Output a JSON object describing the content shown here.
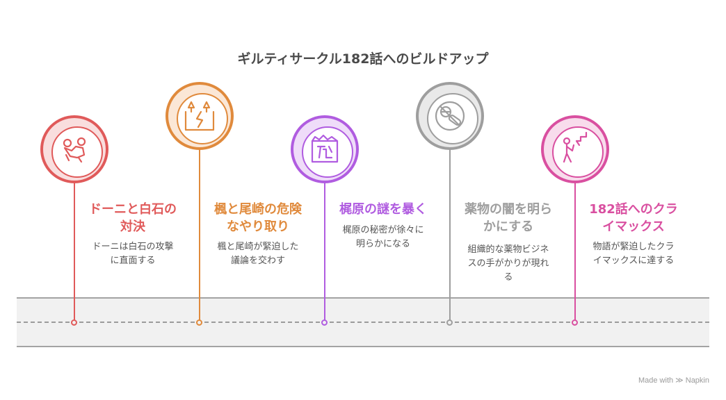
{
  "title": "ギルティサークル182話へのビルドアップ",
  "steps": [
    {
      "heading_lines": [
        "ドーニと白石の",
        "対決"
      ],
      "desc_lines": [
        "ドーニは白石の攻撃",
        "に直面する"
      ],
      "color": "#e05a5a",
      "icon": "fight-icon"
    },
    {
      "heading_lines": [
        "楓と尾崎の危険",
        "なやり取り"
      ],
      "desc_lines": [
        "楓と尾崎が緊迫した",
        "議論を交わす"
      ],
      "color": "#e08a3c",
      "icon": "cracked-wall-icon"
    },
    {
      "heading_lines": [
        "梶原の謎を暴く",
        ""
      ],
      "desc_lines": [
        "梶原の秘密が徐々に",
        "明らかになる"
      ],
      "color": "#b05ce0",
      "icon": "mystery-scroll-icon"
    },
    {
      "heading_lines": [
        "薬物の闇を明ら",
        "かにする"
      ],
      "desc_lines": [
        "組織的な薬物ビジネ",
        "スの手がかりが現れ",
        "る"
      ],
      "color": "#9e9e9e",
      "icon": "no-drugs-icon"
    },
    {
      "heading_lines": [
        "182話へのクラ",
        "イマックス"
      ],
      "desc_lines": [
        "物語が緊迫したクラ",
        "イマックスに達する"
      ],
      "color": "#d94fa0",
      "icon": "climb-icon"
    }
  ],
  "credit": "Made with ≫ Napkin"
}
